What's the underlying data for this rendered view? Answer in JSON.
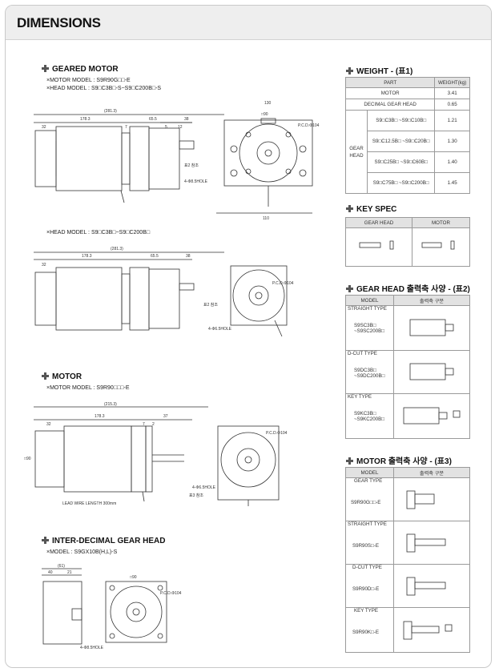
{
  "header": {
    "title": "DIMENSIONS"
  },
  "geared_motor": {
    "title": "GEARED MOTOR",
    "motor_model": "×MOTOR MODEL : S9R90G□□-E",
    "head_model": "×HEAD MODEL : S9□C3B□-S~S9□C200B□-S",
    "dims": {
      "total": "(281.3)",
      "d1": "178.3",
      "d2": "65.5",
      "d3": "38",
      "d4": "32",
      "d5": "7",
      "d6": "5",
      "d7": "12",
      "w": "130",
      "sq": "□90",
      "pcd": "P.C.D.Φ104",
      "hole": "4-Φ8.5HOLE",
      "len": "110",
      "note": "표2 참조"
    }
  },
  "head_model_2": {
    "note": "×HEAD MODEL : S9□C3B□~S9□C200B□",
    "dims": {
      "total": "(281.3)",
      "d1": "178.3",
      "d2": "65.5",
      "d3": "38",
      "d4": "32",
      "pcd": "P.C.D.Φ104",
      "hole": "4-Φ6.5HOLE",
      "note": "표2 참조"
    }
  },
  "motor": {
    "title": "MOTOR",
    "motor_model": "×MOTOR MODEL : S9R90□□□-E",
    "dims": {
      "total": "(215.3)",
      "d1": "178.3",
      "d2": "37",
      "d3": "32",
      "d4": "7",
      "d5": "2",
      "lead": "LEAD WIRE LENGTH 300mm",
      "hole": "4-Φ6.5HOLE",
      "pcd": "P.C.D.Φ104",
      "note": "표3 참조",
      "sq": "□90"
    }
  },
  "inter_decimal": {
    "title": "INTER-DECIMAL GEAR HEAD",
    "model": "×MODEL : S9GX10B(H,L)-S",
    "dims": {
      "total": "(61)",
      "d1": "40",
      "d2": "21",
      "sq": "□90",
      "pcd": "P.C.D.Φ104",
      "hole": "4-Φ8.5HOLE"
    }
  },
  "weight": {
    "title": "WEIGHT - (표1)",
    "col_part": "PART",
    "col_weight": "WEIGHT(kg)",
    "rows": [
      {
        "part": "MOTOR",
        "weight": "3.41"
      },
      {
        "part": "DECIMAL GEAR HEAD",
        "weight": "0.65"
      }
    ],
    "gear_head_label": "GEAR HEAD",
    "gear_rows": [
      {
        "part": "S9□C3B□ ~S9□C10B□",
        "weight": "1.21"
      },
      {
        "part": "S9□C12.5B□ ~S9□C20B□",
        "weight": "1.30"
      },
      {
        "part": "S9□C25B□ ~S9□C60B□",
        "weight": "1.40"
      },
      {
        "part": "S9□C75B□ ~S9□C200B□",
        "weight": "1.45"
      }
    ]
  },
  "key_spec": {
    "title": "KEY SPEC",
    "col1": "GEAR HEAD",
    "col2": "MOTOR"
  },
  "gear_head_output": {
    "title": "GEAR HEAD 출력축 사양 - (표2)",
    "col1": "MODEL",
    "col2": "출력축 구분",
    "rows": [
      {
        "type": "STRAIGHT TYPE",
        "model": "S9SC3B□ ~S9SC200B□"
      },
      {
        "type": "D-CUT TYPE",
        "model": "S9DC3B□ ~S9DC200B□"
      },
      {
        "type": "KEY TYPE",
        "model": "S9KC3B□ ~S9KC200B□"
      }
    ]
  },
  "motor_output": {
    "title": "MOTOR 출력축 사양 - (표3)",
    "col1": "MODEL",
    "col2": "출력축 구분",
    "rows": [
      {
        "type": "GEAR TYPE",
        "model": "S9R90G□□-E"
      },
      {
        "type": "STRAIGHT TYPE",
        "model": "S9R90S□-E"
      },
      {
        "type": "D-CUT TYPE",
        "model": "S9R90D□-E"
      },
      {
        "type": "KEY TYPE",
        "model": "S9R90K□-E"
      }
    ]
  }
}
